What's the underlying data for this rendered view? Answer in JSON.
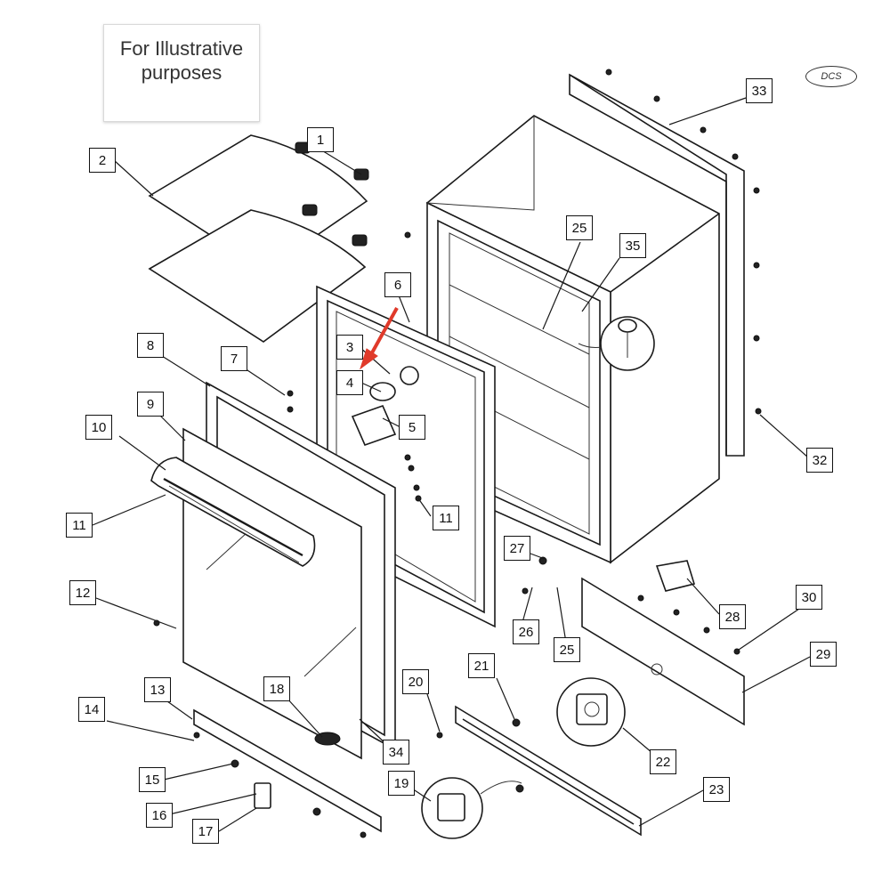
{
  "note": {
    "text": "For Illustrative purposes"
  },
  "brand": {
    "text": "DCS"
  },
  "colors": {
    "arrow": "#e03a2a",
    "line": "#1a1a1a"
  },
  "callouts": [
    {
      "id": "1",
      "label": "1"
    },
    {
      "id": "2",
      "label": "2"
    },
    {
      "id": "3",
      "label": "3"
    },
    {
      "id": "4",
      "label": "4"
    },
    {
      "id": "5",
      "label": "5"
    },
    {
      "id": "6",
      "label": "6"
    },
    {
      "id": "7",
      "label": "7"
    },
    {
      "id": "8",
      "label": "8"
    },
    {
      "id": "9",
      "label": "9"
    },
    {
      "id": "10",
      "label": "10"
    },
    {
      "id": "11a",
      "label": "11"
    },
    {
      "id": "11b",
      "label": "11"
    },
    {
      "id": "12",
      "label": "12"
    },
    {
      "id": "13",
      "label": "13"
    },
    {
      "id": "14",
      "label": "14"
    },
    {
      "id": "15",
      "label": "15"
    },
    {
      "id": "16",
      "label": "16"
    },
    {
      "id": "17",
      "label": "17"
    },
    {
      "id": "18",
      "label": "18"
    },
    {
      "id": "19",
      "label": "19"
    },
    {
      "id": "20",
      "label": "20"
    },
    {
      "id": "21",
      "label": "21"
    },
    {
      "id": "22",
      "label": "22"
    },
    {
      "id": "23",
      "label": "23"
    },
    {
      "id": "25a",
      "label": "25"
    },
    {
      "id": "25b",
      "label": "25"
    },
    {
      "id": "26",
      "label": "26"
    },
    {
      "id": "27",
      "label": "27"
    },
    {
      "id": "28",
      "label": "28"
    },
    {
      "id": "29",
      "label": "29"
    },
    {
      "id": "30",
      "label": "30"
    },
    {
      "id": "32",
      "label": "32"
    },
    {
      "id": "33",
      "label": "33"
    },
    {
      "id": "34",
      "label": "34"
    },
    {
      "id": "35",
      "label": "35"
    }
  ]
}
